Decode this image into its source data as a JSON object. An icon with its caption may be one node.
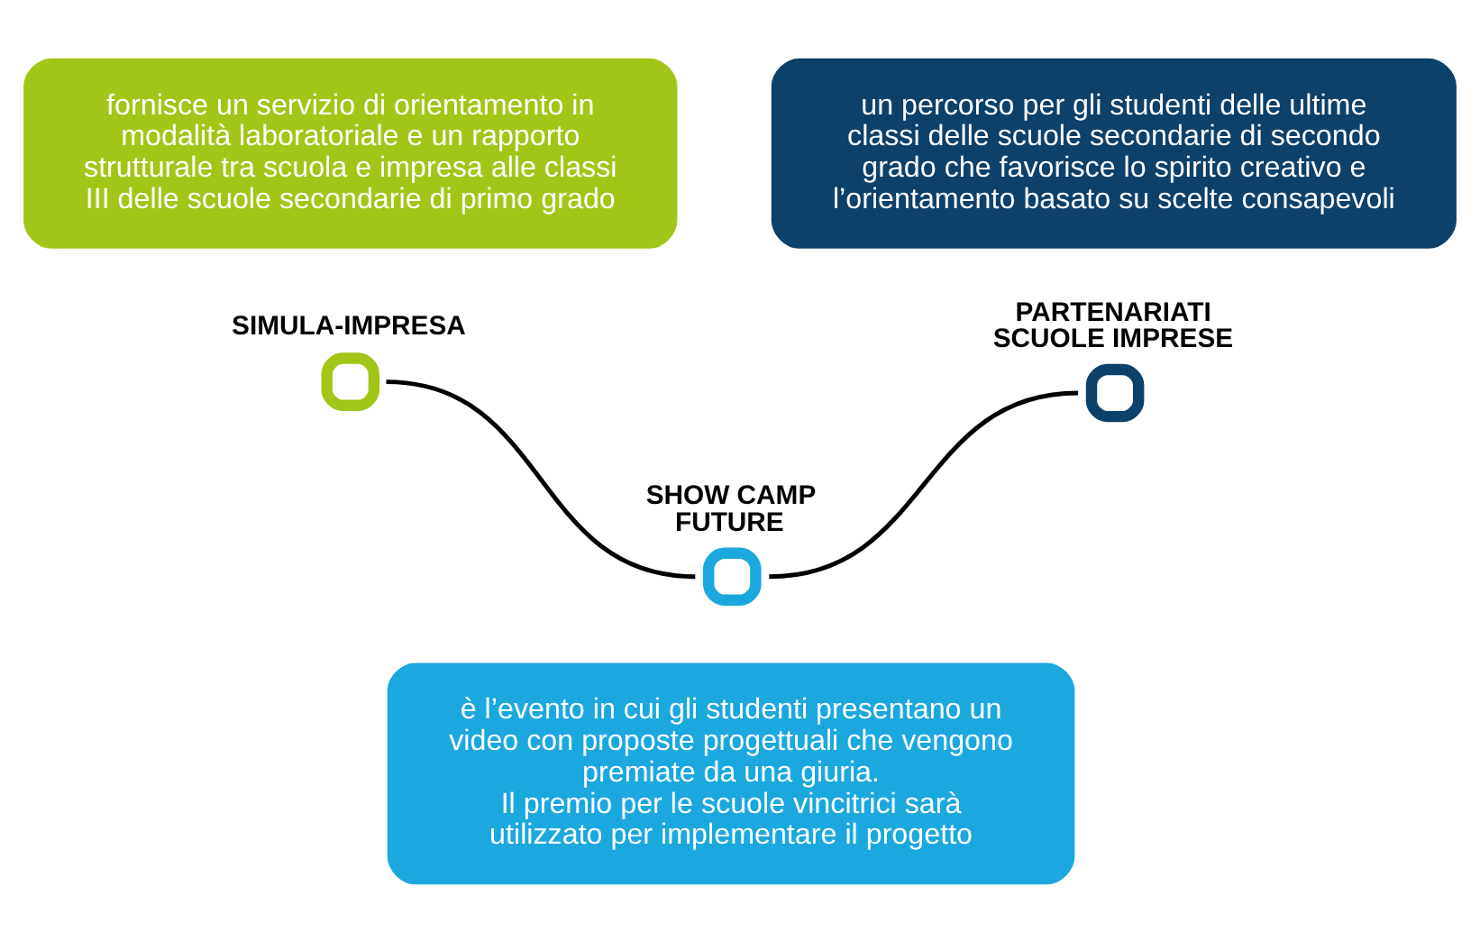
{
  "diagram": {
    "nodes": [
      {
        "text": [
          "fornisce un servizio di orientamento in modalità laboratoriale e un rapporto strutturale tra scuola e impresa alle classi III delle scuole secondarie di primo grado"
        ]
      },
      {
        "text": [
          "un percorso per gli studenti delle ultime classi delle scuole secondarie di secondo grado che favorisce lo spirito creativo e l’orientamento basato su scelte consapevoli"
        ]
      },
      {
        "text": [
          "SIMULA-IMPRESA"
        ]
      },
      {
        "text": [
          "PARTENARIATI SCUOLE IMPRESE"
        ]
      },
      {
        "text": [
          "SHOW CAMP FUTURE"
        ]
      },
      {
        "text": [
          "è l’evento in cui gli studenti presentano un video con proposte progettuali che vengono premiate da una giuria.",
          "Il premio per le scuole vincitrici sarà utilizzato per implementare il progetto"
        ]
      }
    ],
    "edges": [
      {
        "from": 2,
        "to": 4,
        "arrow": "none"
      },
      {
        "from": 4,
        "to": 3,
        "arrow": "none"
      }
    ]
  }
}
